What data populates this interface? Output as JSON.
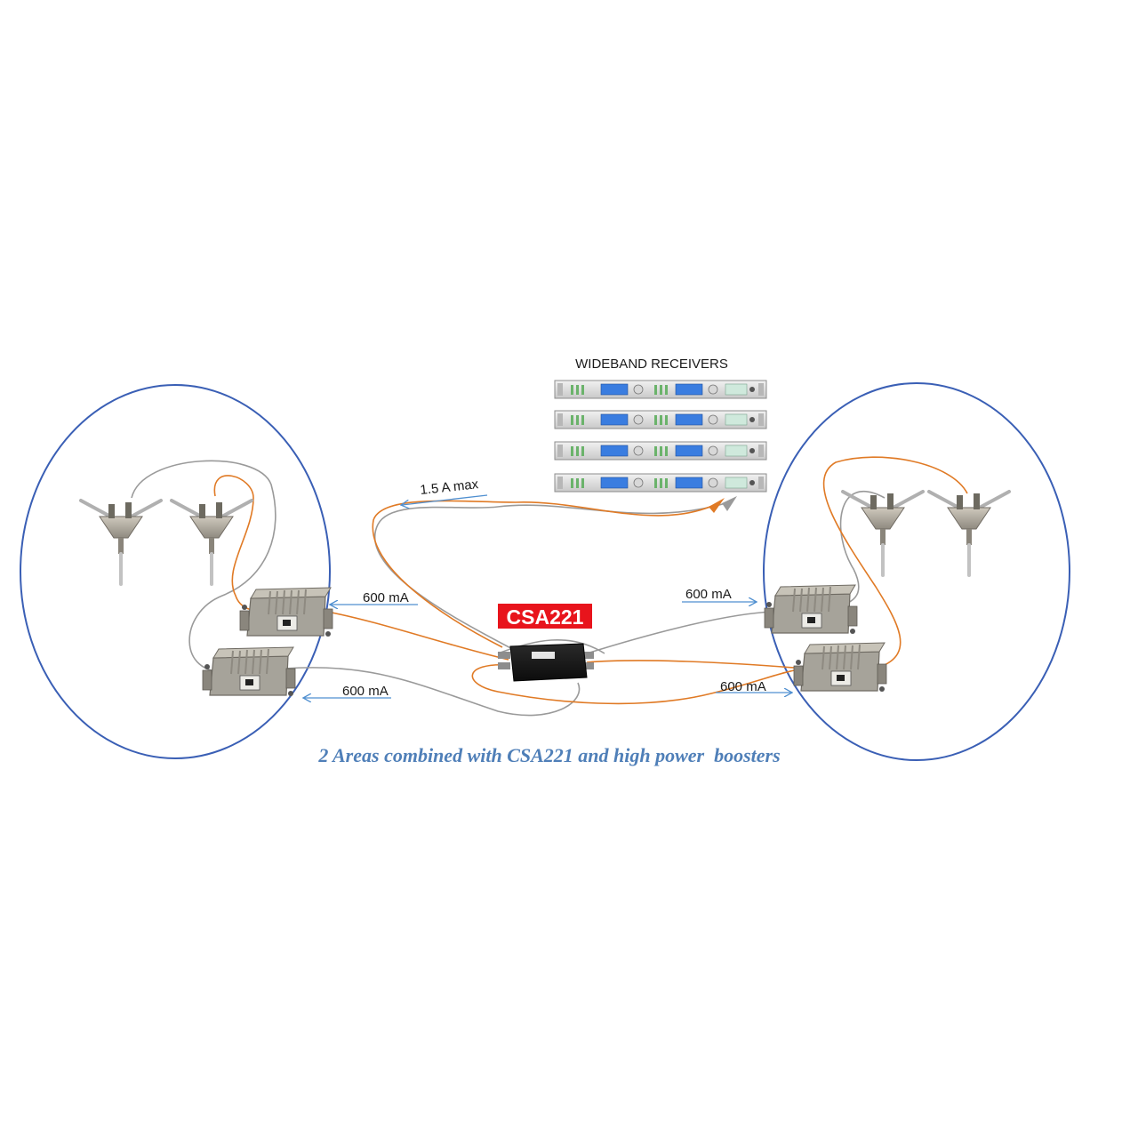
{
  "diagram": {
    "receivers_title": "WIDEBAND RECEIVERS",
    "receiver_count": 4,
    "combiner_label": "CSA221",
    "current_max_label": "1.5 A max",
    "current_labels": {
      "left_upper": "600 mA",
      "left_lower": "600 mA",
      "right_upper": "600 mA",
      "right_lower": "600 mA"
    },
    "caption": "2 Areas combined with CSA221 and high power  boosters",
    "colors": {
      "area_circle": "#3a5fb5",
      "orange_cable": "#e07a25",
      "gray_cable": "#9a9a9a",
      "arrow": "#4f8fd0",
      "badge": "#e8141c",
      "caption": "#4f7fb8"
    },
    "icons": {
      "antenna": "antenna-icon",
      "booster": "booster-icon",
      "receiver": "receiver-rack-icon",
      "combiner": "combiner-box-icon"
    }
  }
}
